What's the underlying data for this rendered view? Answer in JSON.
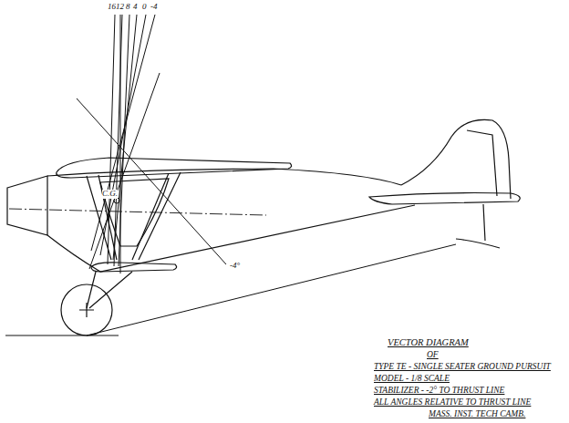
{
  "diagram": {
    "title": "VECTOR DIAGRAM",
    "labels": [
      "16",
      "12",
      "8",
      "4",
      "0",
      "-4",
      "C.G.",
      "-4°",
      "OF",
      "TYPE TE - SINGLE SEATER GROUND PURSUIT",
      "MODEL - 1/8 SCALE",
      "STABILIZER - -2° TO THRUST LINE",
      "ALL ANGLES RELATIVE TO THRUST LINE",
      "MASS. INST. TECH CAMB."
    ]
  }
}
